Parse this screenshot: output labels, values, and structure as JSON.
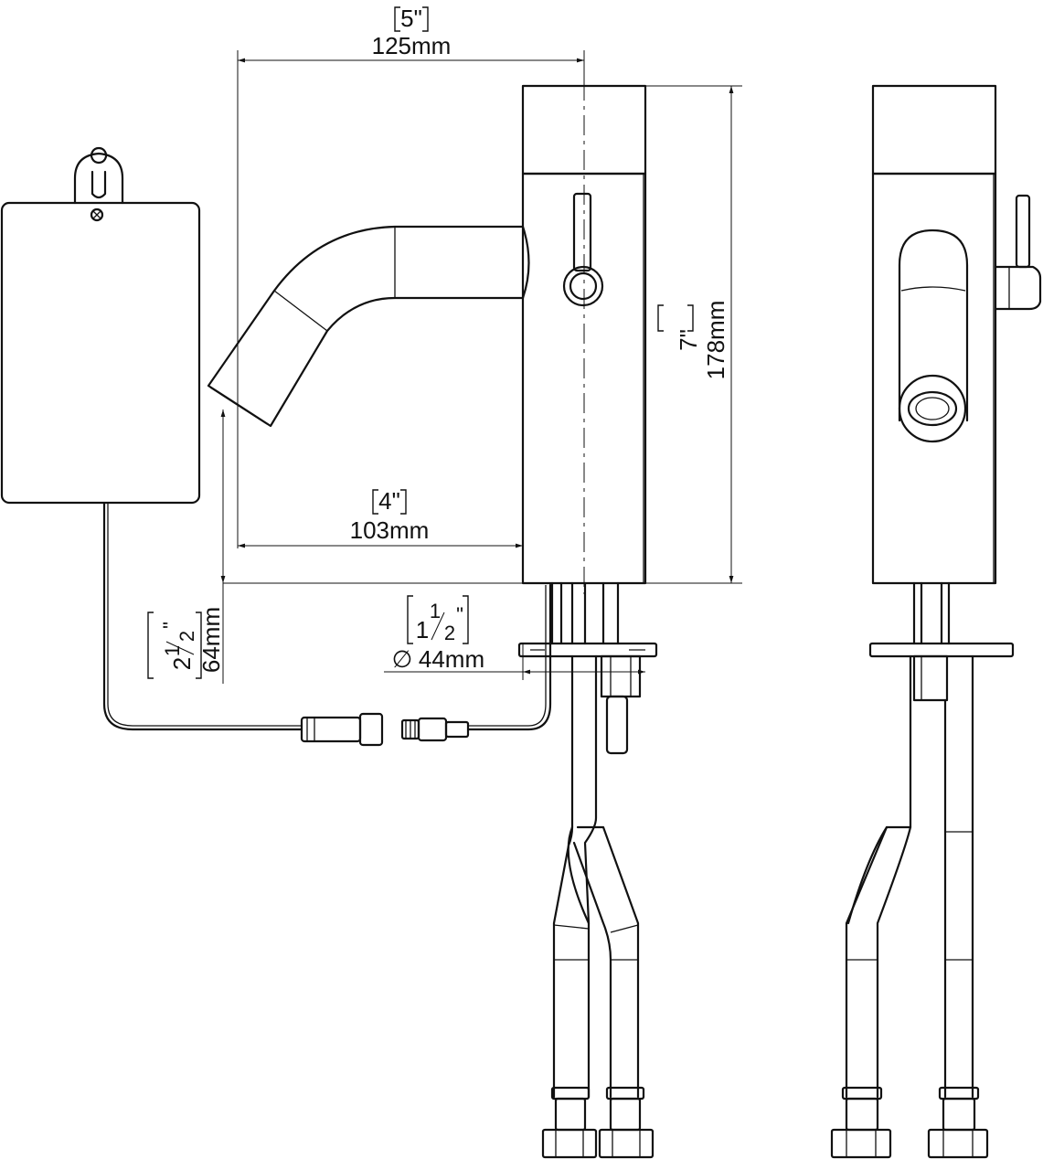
{
  "dimensions": {
    "spout_reach_total": {
      "imperial": "5\"",
      "metric": "125mm"
    },
    "spout_reach_inner": {
      "imperial": "4\"",
      "metric": "103mm"
    },
    "body_height": {
      "imperial": "7\"",
      "metric": "178mm"
    },
    "spout_clearance": {
      "imperial_whole": "2",
      "imperial_num": "1",
      "imperial_den": "2",
      "imperial_mark": "\"",
      "metric": "64mm"
    },
    "base_diameter": {
      "imperial_whole": "1",
      "imperial_num": "1",
      "imperial_den": "2",
      "imperial_mark": "\"",
      "symbol": "∅",
      "metric": "44mm"
    }
  },
  "colors": {
    "line": "#111111",
    "background": "#ffffff"
  }
}
